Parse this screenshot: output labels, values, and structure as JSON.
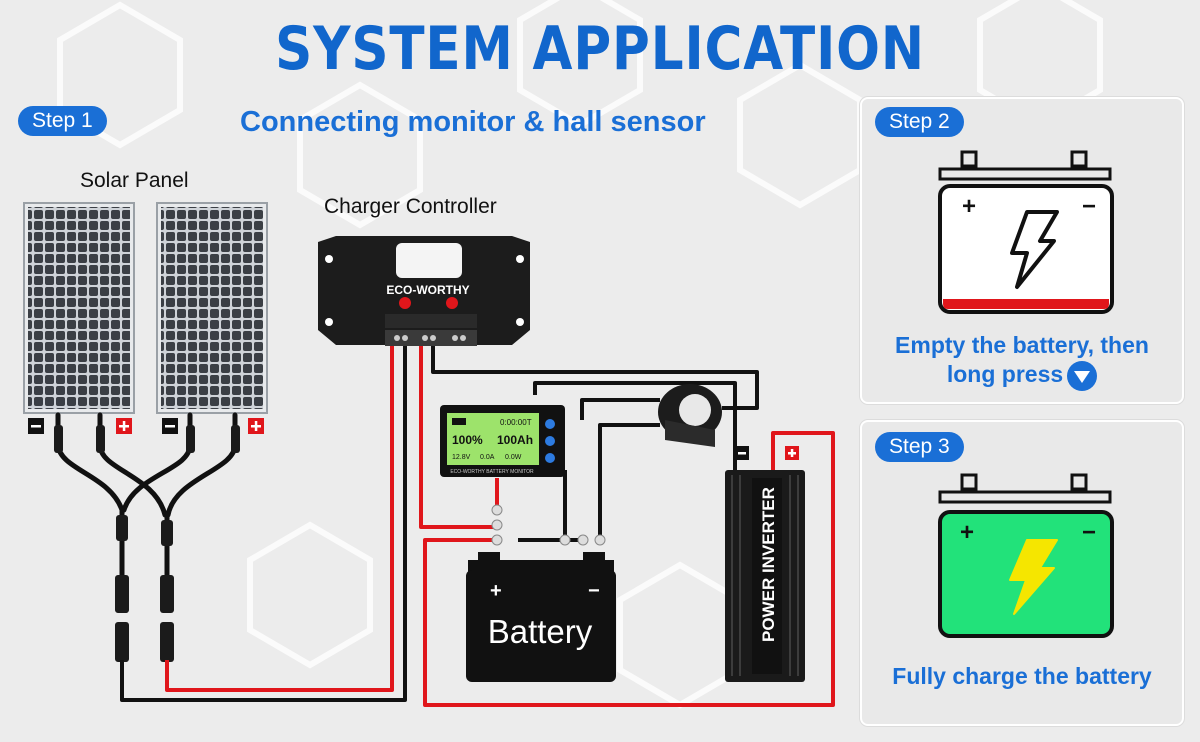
{
  "title": "SYSTEM APPLICATION",
  "step1": {
    "label": "Step 1",
    "subtitle": "Connecting monitor & hall sensor",
    "solar_panel_label": "Solar Panel",
    "controller_label": "Charger Controller",
    "controller_brand": "ECO-WORTHY",
    "monitor": {
      "time": "0:00:00T",
      "percent": "100%",
      "capacity": "100Ah",
      "voltage": "12.8V",
      "current": "0.0A",
      "power": "0.0W",
      "brand": "ECO-WORTHY BATTERY MONITOR"
    },
    "battery_label": "Battery",
    "inverter_label": "POWER INVERTER"
  },
  "step2": {
    "label": "Step 2",
    "text_line1": "Empty the battery, then",
    "text_line2": "long press"
  },
  "step3": {
    "label": "Step 3",
    "text": "Fully charge the battery"
  },
  "colors": {
    "accent": "#1a6fd6",
    "wire_red": "#e0161b",
    "wire_black": "#111111",
    "battery_green": "#22e27a"
  }
}
